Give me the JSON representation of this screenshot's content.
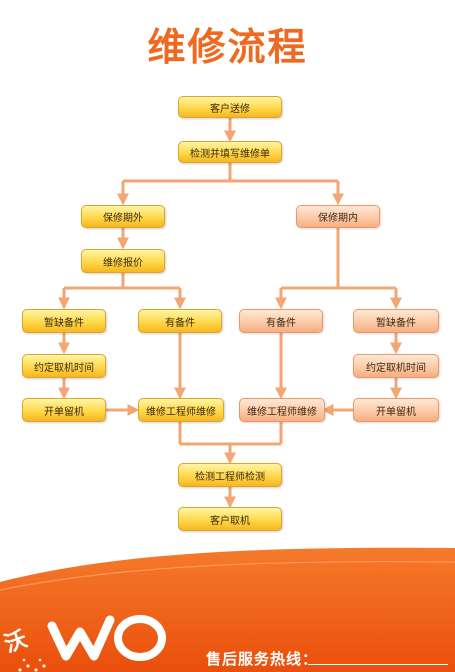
{
  "title": "维修流程",
  "nodes": {
    "customer_send": "客户送修",
    "inspect_fill": "检测并填写维修单",
    "out_warranty": "保修期外",
    "in_warranty": "保修期内",
    "repair_quote": "维修报价",
    "left_shortage": "暂缺备件",
    "left_have_parts": "有备件",
    "right_have_parts": "有备件",
    "right_shortage": "暂缺备件",
    "left_appointment": "约定取机时间",
    "right_appointment": "约定取机时间",
    "left_open_ticket": "开单留机",
    "left_engineer_repair": "维修工程师维修",
    "right_engineer_repair": "维修工程师维修",
    "right_open_ticket": "开单留机",
    "engineer_test": "检测工程师检测",
    "customer_pickup": "客户取机"
  },
  "logo": {
    "char": "沃",
    "wordmark": "WO"
  },
  "footer": {
    "hotline_label": "售后服务热线："
  },
  "colors": {
    "title": "#ee6a21",
    "connector": "#f3a574",
    "node_yellow": "#ffd84a",
    "node_peach": "#fcc7a3",
    "footer": "#f05a14"
  }
}
